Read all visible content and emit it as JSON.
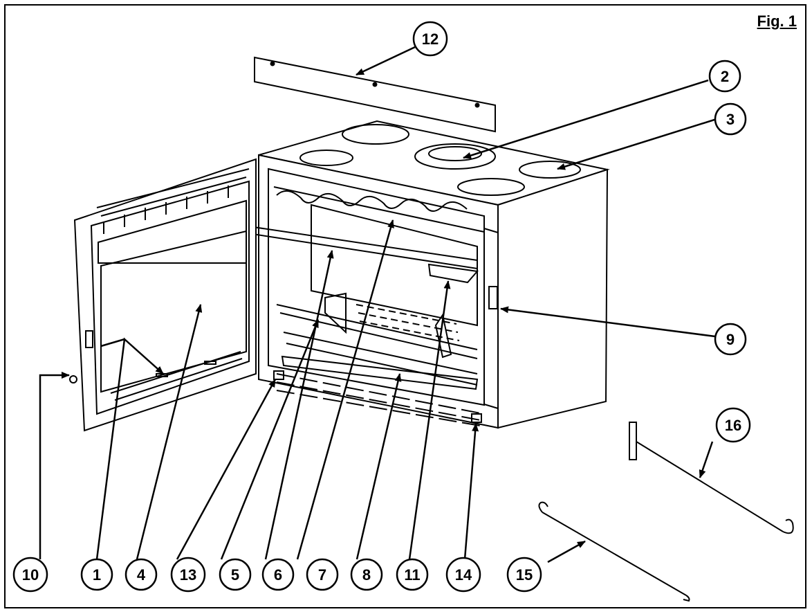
{
  "figure": {
    "title": "Fig. 1"
  },
  "callouts": [
    "12",
    "2",
    "3",
    "9",
    "16",
    "15",
    "10",
    "1",
    "4",
    "13",
    "5",
    "6",
    "7",
    "8",
    "11",
    "14"
  ],
  "colors": {
    "ink": "#000000",
    "paper": "#ffffff"
  }
}
